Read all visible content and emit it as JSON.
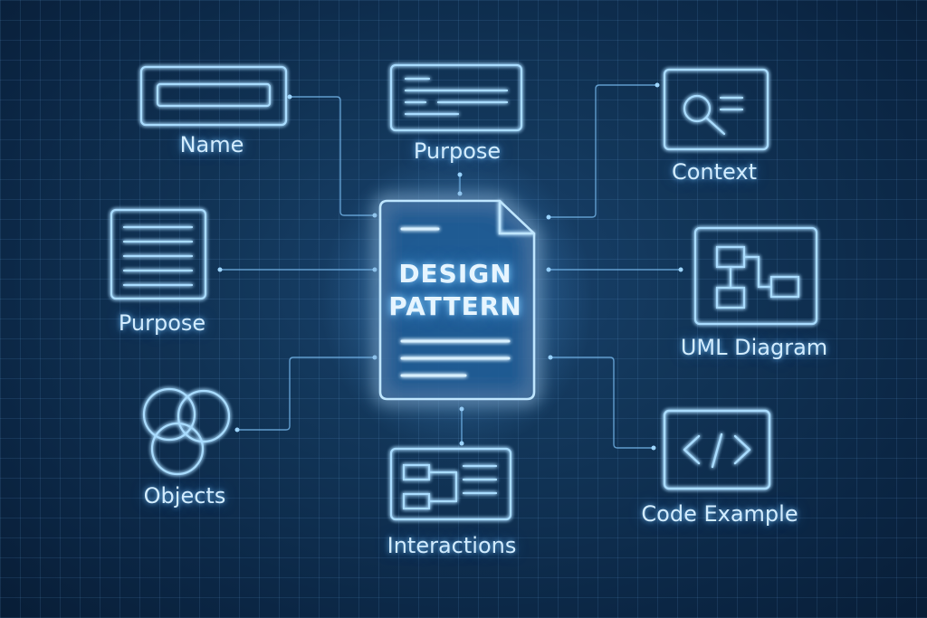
{
  "central": {
    "title_line1": "DESIGN",
    "title_line2": "PATTERN",
    "icon": "document-icon"
  },
  "nodes": {
    "name": {
      "label": "Name",
      "icon": "text-field-icon"
    },
    "purpose_top": {
      "label": "Purpose",
      "icon": "text-lines-card-icon"
    },
    "context": {
      "label": "Context",
      "icon": "magnifier-icon"
    },
    "purpose_left": {
      "label": "Purpose",
      "icon": "list-lines-icon"
    },
    "uml_diagram": {
      "label": "UML Diagram",
      "icon": "uml-blocks-icon"
    },
    "objects": {
      "label": "Objects",
      "icon": "venn-circles-icon"
    },
    "interactions": {
      "label": "Interactions",
      "icon": "flow-lines-icon"
    },
    "code_example": {
      "label": "Code Example",
      "icon": "code-brackets-icon"
    }
  },
  "colors": {
    "background": "#0c2748",
    "grid": "#3a6fa8",
    "glow": "#7cc8ff",
    "text": "#d2ecff"
  }
}
